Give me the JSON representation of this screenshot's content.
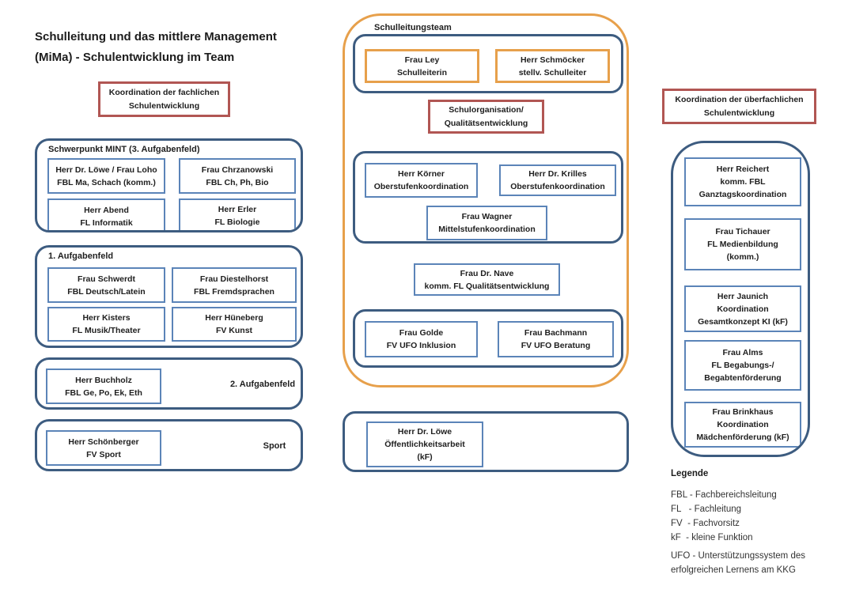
{
  "title": {
    "line1": "Schulleitung und das mittlere Management",
    "line2": "(MiMa) - Schulentwicklung im Team"
  },
  "colors": {
    "container_blue": "#3d5c80",
    "box_blue": "#5b84b8",
    "accent_orange": "#e7a04b",
    "accent_red": "#b15653"
  },
  "left": {
    "header": {
      "line1": "Koordination der fachlichen",
      "line2": "Schulentwicklung"
    },
    "groups": [
      {
        "label": "Schwerpunkt MINT (3. Aufgabenfeld)",
        "members": [
          {
            "line1": "Herr Dr. Löwe / Frau Loho",
            "line2": "FBL Ma, Schach (komm.)"
          },
          {
            "line1": "Frau Chrzanowski",
            "line2": "FBL Ch, Ph, Bio"
          },
          {
            "line1": "Herr Abend",
            "line2": "FL Informatik"
          },
          {
            "line1": "Herr Erler",
            "line2": "FL Biologie"
          }
        ]
      },
      {
        "label": "1. Aufgabenfeld",
        "members": [
          {
            "line1": "Frau Schwerdt",
            "line2": "FBL Deutsch/Latein"
          },
          {
            "line1": "Frau Diestelhorst",
            "line2": "FBL Fremdsprachen"
          },
          {
            "line1": "Herr Kisters",
            "line2": "FL Musik/Theater"
          },
          {
            "line1": "Herr Hüneberg",
            "line2": "FV Kunst"
          }
        ]
      },
      {
        "label": "2. Aufgabenfeld",
        "members": [
          {
            "line1": "Herr Buchholz",
            "line2": "FBL Ge, Po, Ek, Eth"
          }
        ]
      },
      {
        "label": "Sport",
        "members": [
          {
            "line1": "Herr Schönberger",
            "line2": "FV Sport"
          }
        ]
      }
    ]
  },
  "center": {
    "team_label": "Schulleitungsteam",
    "leaders": [
      {
        "line1": "Frau Ley",
        "line2": "Schulleiterin"
      },
      {
        "line1": "Herr Schmöcker",
        "line2": "stellv. Schulleiter"
      }
    ],
    "header": {
      "line1": "Schulorganisation/",
      "line2": "Qualitätsentwicklung"
    },
    "stufen": [
      {
        "line1": "Herr Körner",
        "line2": "Oberstufenkoordination"
      },
      {
        "line1": "Herr Dr. Krilles",
        "line2": "Oberstufenkoordination"
      },
      {
        "line1": "Frau Wagner",
        "line2": "Mittelstufenkoordination"
      }
    ],
    "nave": {
      "line1": "Frau Dr. Nave",
      "line2": "komm. FL Qualitätsentwicklung"
    },
    "ufo": [
      {
        "line1": "Frau Golde",
        "line2": "FV UFO Inklusion"
      },
      {
        "line1": "Frau Bachmann",
        "line2": "FV UFO Beratung"
      }
    ],
    "pr": {
      "line1": "Herr Dr. Löwe",
      "line2": "Öffentlichkeitsarbeit",
      "line3": "(kF)"
    }
  },
  "right": {
    "header": {
      "line1": "Koordination der überfachlichen",
      "line2": "Schulentwicklung"
    },
    "members": [
      {
        "line1": "Herr Reichert",
        "line2": "komm. FBL",
        "line3": "Ganztagskoordination"
      },
      {
        "line1": "Frau Tichauer",
        "line2": "FL Medienbildung",
        "line3": "(komm.)"
      },
      {
        "line1": "Herr Jaunich",
        "line2": "Koordination",
        "line3": "Gesamtkonzept KI  (kF)"
      },
      {
        "line1": "Frau Alms",
        "line2": "FL Begabungs-/",
        "line3": "Begabtenförderung"
      },
      {
        "line1": "Frau Brinkhaus",
        "line2": "Koordination",
        "line3": "Mädchenförderung (kF)"
      }
    ]
  },
  "legend": {
    "title": "Legende",
    "items": [
      "FBL - Fachbereichsleitung",
      "FL   - Fachleitung",
      "FV  - Fachvorsitz",
      "kF  - kleine Funktion"
    ],
    "note_line1": "UFO - Unterstützungssystem des",
    "note_line2": "erfolgreichen Lernens am KKG"
  }
}
